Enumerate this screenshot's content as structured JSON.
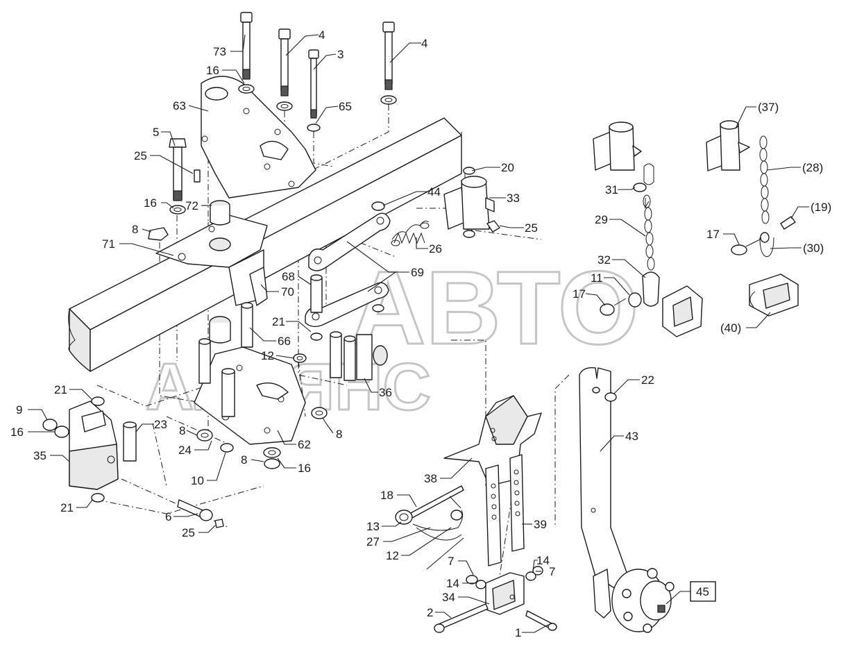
{
  "watermark": {
    "line1": "АВТО",
    "line2": "АЛЬЯНС"
  },
  "callouts": [
    {
      "text": "73"
    },
    {
      "text": "4"
    },
    {
      "text": "3"
    },
    {
      "text": "4"
    },
    {
      "text": "16"
    },
    {
      "text": "65"
    },
    {
      "text": "63"
    },
    {
      "text": "5"
    },
    {
      "text": "25"
    },
    {
      "text": "16"
    },
    {
      "text": "72"
    },
    {
      "text": "8"
    },
    {
      "text": "71"
    },
    {
      "text": "20"
    },
    {
      "text": "33"
    },
    {
      "text": "44"
    },
    {
      "text": "25"
    },
    {
      "text": "26"
    },
    {
      "text": "68"
    },
    {
      "text": "69"
    },
    {
      "text": "70"
    },
    {
      "text": "21"
    },
    {
      "text": "66"
    },
    {
      "text": "12"
    },
    {
      "text": "36"
    },
    {
      "text": "21"
    },
    {
      "text": "9"
    },
    {
      "text": "16"
    },
    {
      "text": "23"
    },
    {
      "text": "35"
    },
    {
      "text": "8"
    },
    {
      "text": "24"
    },
    {
      "text": "62"
    },
    {
      "text": "8"
    },
    {
      "text": "8"
    },
    {
      "text": "10"
    },
    {
      "text": "16"
    },
    {
      "text": "21"
    },
    {
      "text": "6"
    },
    {
      "text": "25"
    },
    {
      "text": "31"
    },
    {
      "text": "29"
    },
    {
      "text": "32"
    },
    {
      "text": "11"
    },
    {
      "text": "17"
    },
    {
      "text": "(37)"
    },
    {
      "text": "(28)"
    },
    {
      "text": "(19)"
    },
    {
      "text": "17"
    },
    {
      "text": "(30)"
    },
    {
      "text": "(40)"
    },
    {
      "text": "22"
    },
    {
      "text": "43"
    },
    {
      "text": "38"
    },
    {
      "text": "18"
    },
    {
      "text": "13"
    },
    {
      "text": "27"
    },
    {
      "text": "12"
    },
    {
      "text": "39"
    },
    {
      "text": "7"
    },
    {
      "text": "14"
    },
    {
      "text": "14"
    },
    {
      "text": "7"
    },
    {
      "text": "34"
    },
    {
      "text": "2"
    },
    {
      "text": "1"
    },
    {
      "text": "45"
    }
  ]
}
